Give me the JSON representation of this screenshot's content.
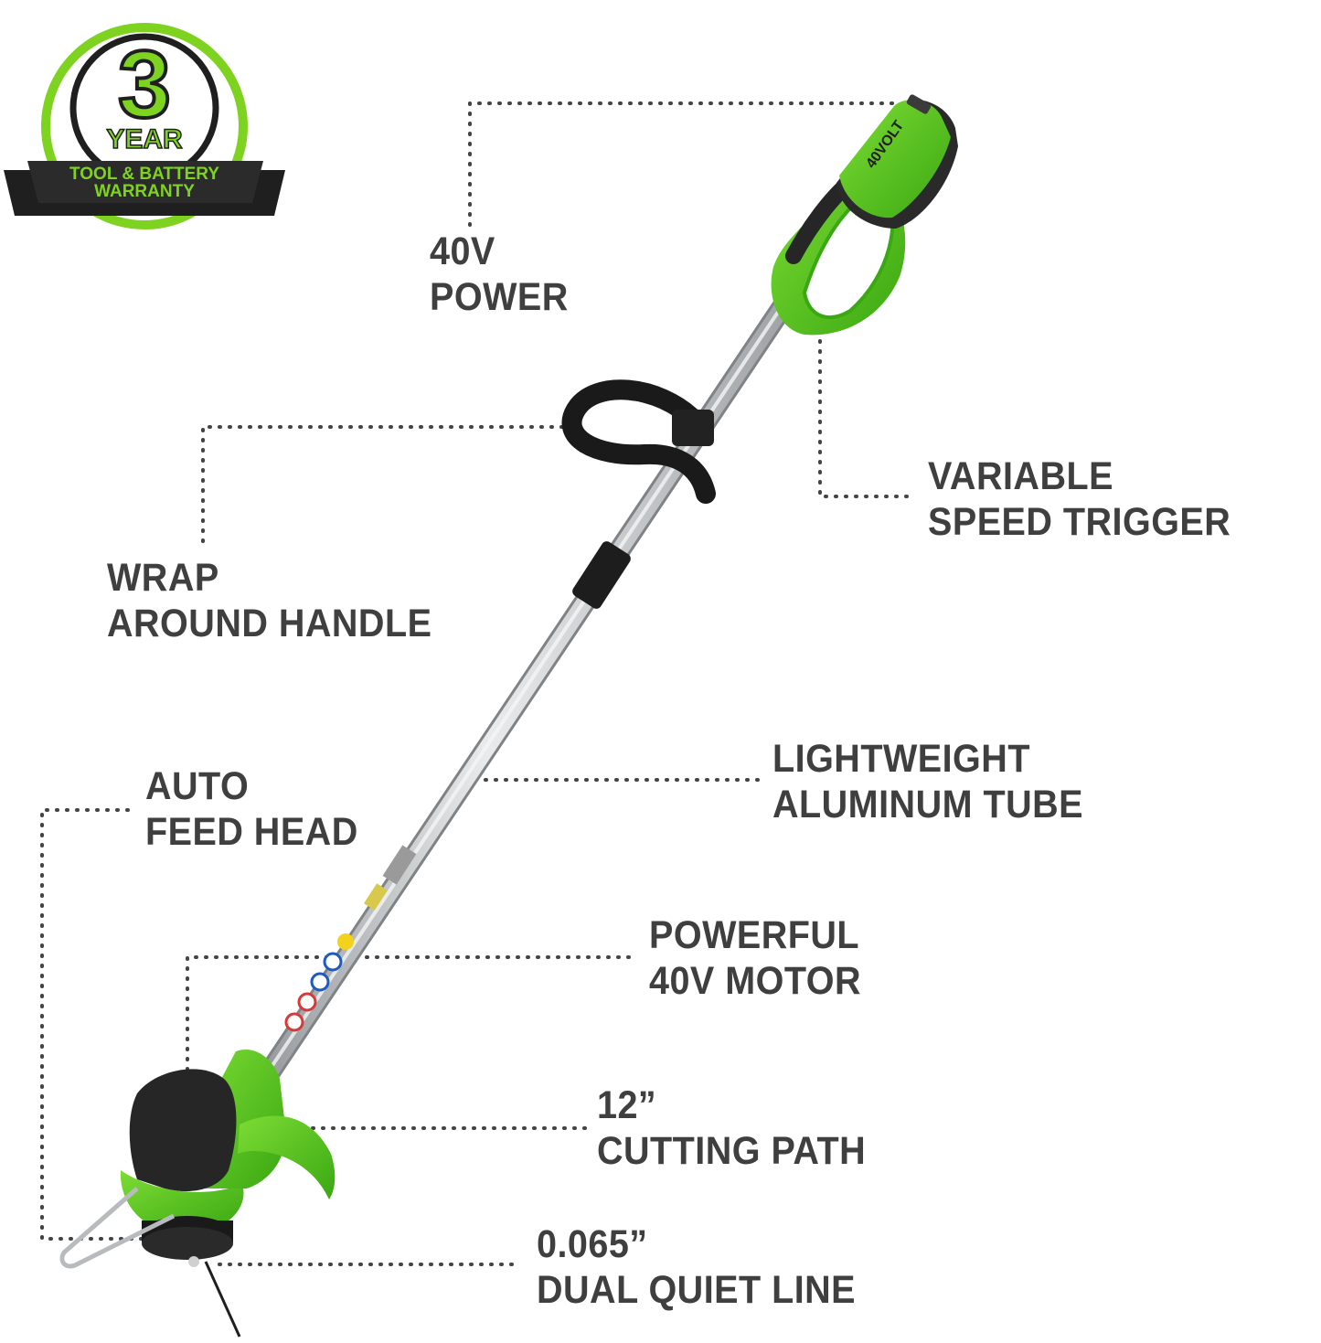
{
  "badge": {
    "number": "3",
    "year": "YEAR",
    "line1": "TOOL & BATTERY",
    "line2": "WARRANTY",
    "green": "#7ed321",
    "dark": "#1f1f1f"
  },
  "callouts": {
    "power": {
      "line1": "40V",
      "line2": "POWER"
    },
    "trigger": {
      "line1": "VARIABLE",
      "line2": "SPEED TRIGGER"
    },
    "handle": {
      "line1": "WRAP",
      "line2": "AROUND HANDLE"
    },
    "tube": {
      "line1": "LIGHTWEIGHT",
      "line2": "ALUMINUM TUBE"
    },
    "feed": {
      "line1": "AUTO",
      "line2": "FEED HEAD"
    },
    "motor": {
      "line1": "POWERFUL",
      "line2": "40V MOTOR"
    },
    "path": {
      "line1": "12”",
      "line2": "CUTTING PATH"
    },
    "line": {
      "line1": "0.065”",
      "line2": "DUAL QUIET LINE"
    }
  },
  "product": {
    "battery_label": "40VOLT",
    "body_green": "#5fc81e",
    "tube_color": "#c9ccce"
  },
  "colors": {
    "text": "#3f3f3f",
    "leader": "#444444"
  }
}
